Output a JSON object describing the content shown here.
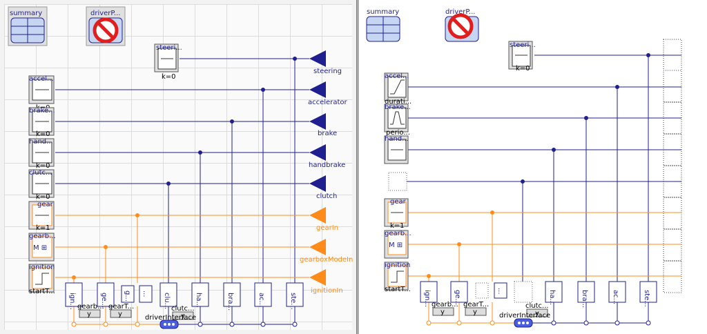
{
  "colors": {
    "signal_blue": "#1f1f8f",
    "signal_orange": "#ff8c1a",
    "disabled_red": "#e01e1e",
    "icon_fill": "#c6d6f2"
  },
  "left": {
    "summary_label": "summary",
    "driver_param_label": "driverP...",
    "steering_source": {
      "name": "steeri...",
      "param": "k=0"
    },
    "accel_source": {
      "name": "accel...",
      "param": "k=0"
    },
    "brake_source": {
      "name": "brake...",
      "param": "k=0"
    },
    "hand_source": {
      "name": "hand...",
      "param": "k=0"
    },
    "clutch_source": {
      "name": "clutc...",
      "param": "k=0"
    },
    "gear_source": {
      "name": "gear",
      "param": "k=1"
    },
    "gearbox_source": {
      "name": "gearb...",
      "param": ""
    },
    "ignition_source": {
      "name": "ignition",
      "param": "startT..."
    },
    "outputs": [
      "steering",
      "accelerator",
      "brake",
      "handbrake",
      "clutch",
      "gearIn",
      "gearboxModeIn",
      "ignitionIn"
    ],
    "bottom_blocks": [
      "ign...",
      "ge...",
      "g...",
      "...",
      "clu...",
      "ha...",
      "bra...",
      "ac...",
      "ste..."
    ],
    "gearb_label": "gearb...",
    "gearT_label": "gearT...",
    "clutch_label": "clutc...",
    "y_label": "y",
    "interface_label": "driverInterface"
  },
  "right": {
    "summary_label": "summary",
    "driver_param_label": "driverP...",
    "steering_source": {
      "name": "steeri...",
      "param": "k=0"
    },
    "accel_source": {
      "name": "accel...",
      "param": "durati..."
    },
    "brake_source": {
      "name": "brake...",
      "param": "perio..."
    },
    "hand_source": {
      "name": "hand...",
      "param": ""
    },
    "gear_source": {
      "name": "gear",
      "param": "k=1"
    },
    "gearbox_source": {
      "name": "gearb...",
      "param": ""
    },
    "ignition_source": {
      "name": "ignition",
      "param": "startT..."
    },
    "bottom_blocks": [
      "ign...",
      "ge...",
      "",
      "...",
      "",
      "ha...",
      "bra...",
      "ac...",
      "ste..."
    ],
    "gearb_label": "gearb...",
    "gearT_label": "gearT...",
    "clutch_label": "clutc...",
    "y_label": "y",
    "interface_label": "driverInterface"
  }
}
